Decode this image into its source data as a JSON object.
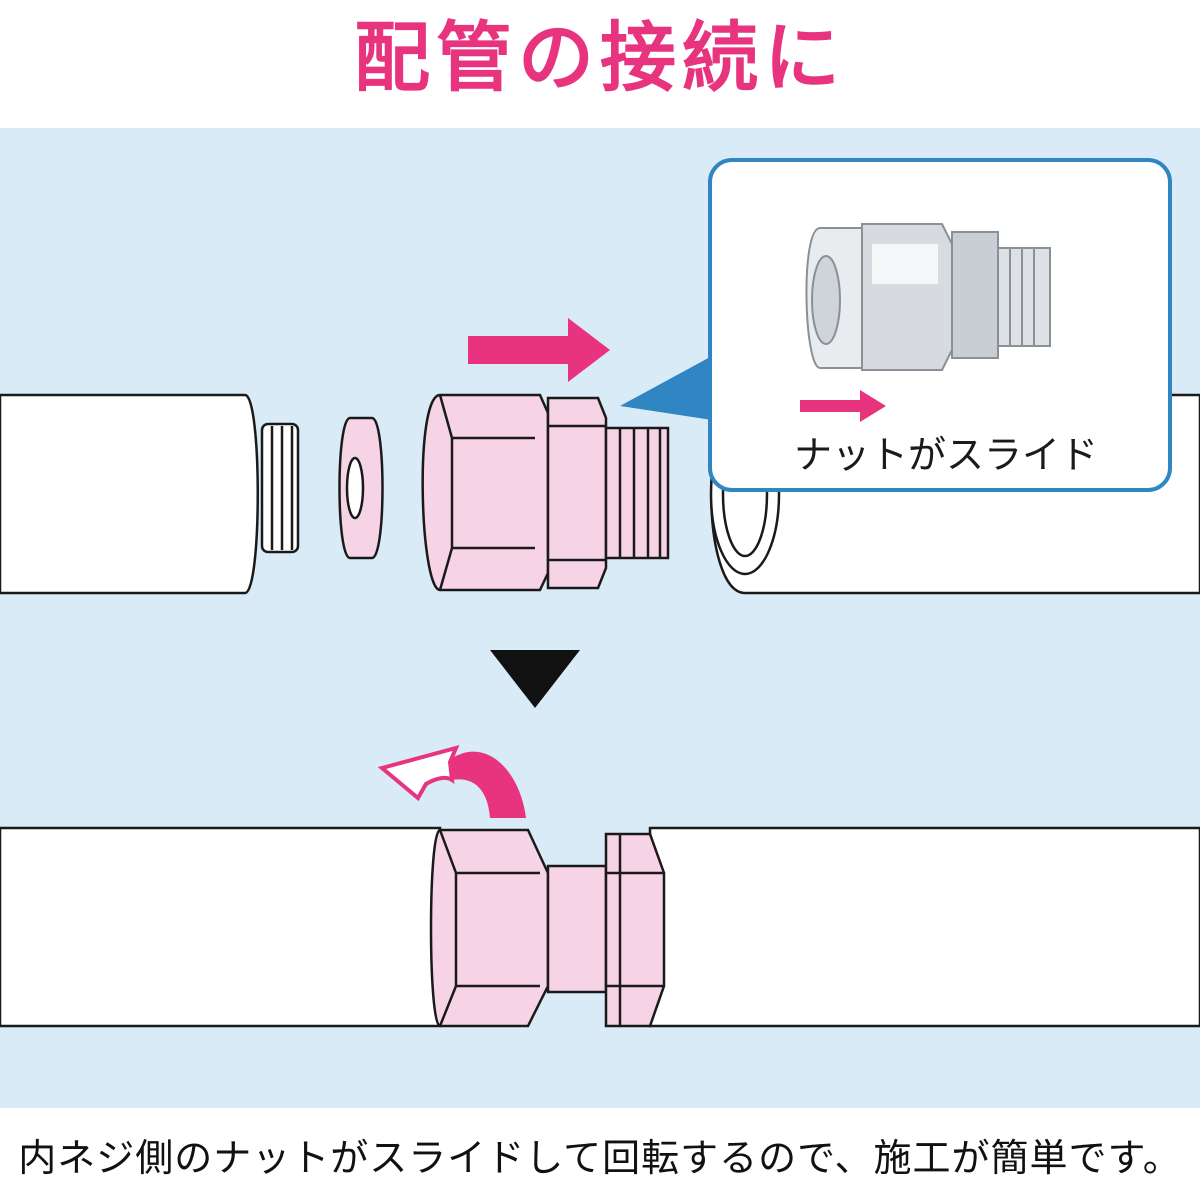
{
  "title": "配管の接続に",
  "callout": {
    "label": "ナットがスライド"
  },
  "caption": "内ネジ側のナットがスライドして回転するので、施工が簡単です。",
  "colors": {
    "title": "#e8347e",
    "panel_bg": "#d8ebf6",
    "arrow": "#e8347e",
    "fitting_fill": "#f6d3e5",
    "callout_border": "#2f86c3",
    "outline": "#1a1a1a",
    "pipe_fill": "#ffffff",
    "triangle": "#111111"
  },
  "icons": {
    "slide_arrow": "arrow-right-icon",
    "rotate_arrow": "rotate-arrow-icon",
    "step_marker": "down-triangle-icon"
  }
}
